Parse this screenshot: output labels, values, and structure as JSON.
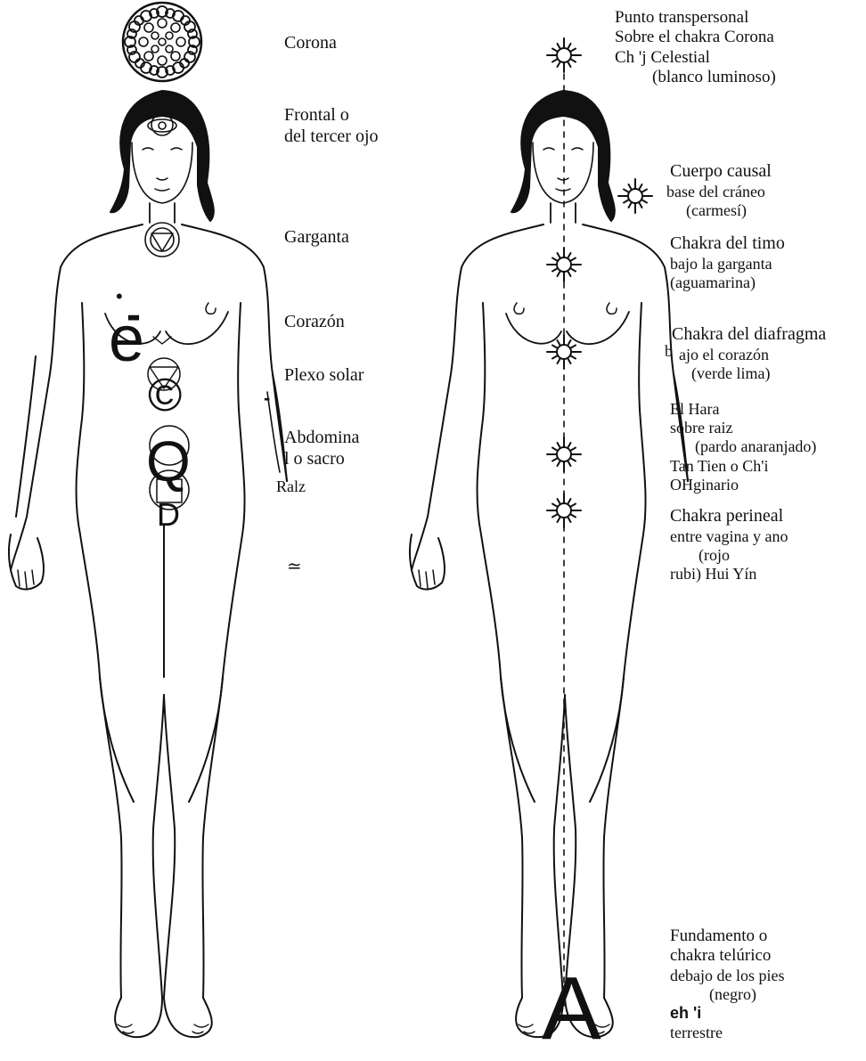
{
  "left_figure": {
    "labels": {
      "corona": "Corona",
      "frontal": [
        "Frontal o",
        "del tercer ojo"
      ],
      "garganta": "Garganta",
      "corazon": "Corazón",
      "plexo": "Plexo solar",
      "abdominal": [
        "Abdomina",
        "l o sacro"
      ],
      "raiz": "Ralz",
      "approx": "≃"
    },
    "glyphs": {
      "heart": "e",
      "heart_dash": "-",
      "plexus": "©",
      "sacral": "Q",
      "root": "D",
      "hand_mark": "-"
    }
  },
  "right_figure": {
    "labels": {
      "transpersonal": [
        "Punto transpersonal",
        "Sobre el chakra Corona",
        "Ch 'j Celestial",
        "(blanco luminoso)"
      ],
      "causal": [
        "Cuerpo  causal",
        "base del cráneo",
        "(carmesí)"
      ],
      "timo": [
        "Chakra del timo",
        "bajo la garganta",
        "(aguamarina)"
      ],
      "diafragma": [
        "Chakra del diafragma",
        "ajo el corazón",
        "(verde lima)"
      ],
      "hara": [
        "El Hara",
        "sobre raiz",
        "(pardo anaranjado)",
        "Tan Tien o Ch'i",
        "OHginario"
      ],
      "perineal": [
        "Chakra perineal",
        "entre vagina y ano",
        "(rojo",
        "rubi) Hui Yín"
      ],
      "fundamento": [
        "Fundamento o",
        "chakra telúrico",
        "debajo de los pies",
        "(negro)",
        "eh 'i",
        "terrestre"
      ],
      "big_letter": "A",
      "small_b": "b"
    }
  }
}
